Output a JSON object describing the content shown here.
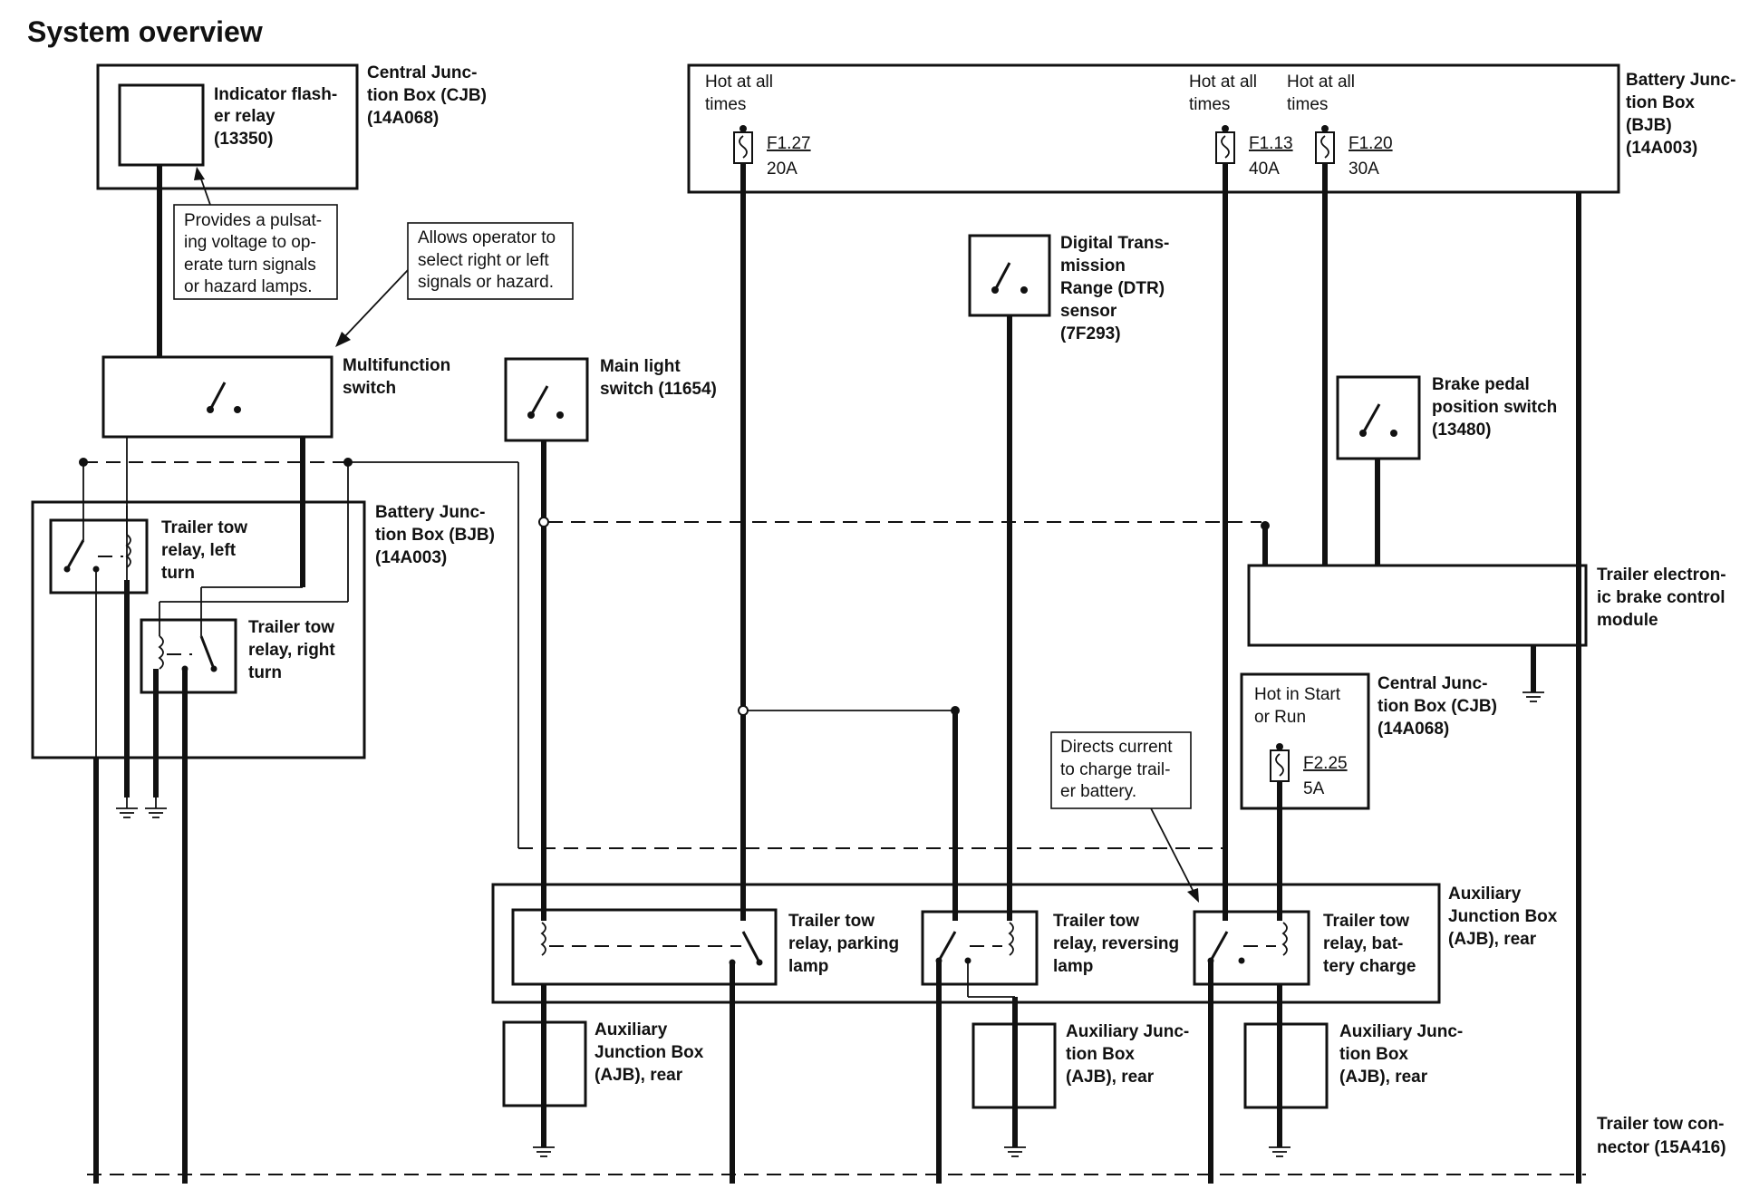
{
  "title": "System overview",
  "components": {
    "cjb_top": {
      "name": [
        "Central Junc-",
        "tion Box (CJB)",
        "(14A068)"
      ]
    },
    "flasher": {
      "name": [
        "Indicator flash-",
        "er relay",
        "(13350)"
      ]
    },
    "callout_flasher": [
      "Provides a pulsat-",
      "ing voltage to op-",
      "erate turn signals",
      "or hazard lamps."
    ],
    "callout_switch": [
      "Allows operator to",
      "select right or left",
      "signals or hazard."
    ],
    "multifunction": {
      "name": [
        "Multifunction",
        "switch"
      ]
    },
    "main_light": {
      "name": [
        "Main light",
        "switch (11654)"
      ]
    },
    "bjb_left": {
      "name": [
        "Battery Junc-",
        "tion Box (BJB)",
        "(14A003)"
      ]
    },
    "relay_left": {
      "name": [
        "Trailer tow",
        "relay, left",
        "turn"
      ]
    },
    "relay_right": {
      "name": [
        "Trailer tow",
        "relay, right",
        "turn"
      ]
    },
    "bjb_top": {
      "name": [
        "Battery Junc-",
        "tion Box",
        "(BJB)",
        "(14A003)"
      ],
      "fuses": [
        {
          "hot": [
            "Hot at all",
            "times"
          ],
          "id": "F1.27",
          "rating": "20A"
        },
        {
          "hot": [
            "Hot at all",
            "times"
          ],
          "id": "F1.13",
          "rating": "40A"
        },
        {
          "hot": [
            "Hot at all",
            "times"
          ],
          "id": "F1.20",
          "rating": "30A"
        }
      ]
    },
    "dtr": {
      "name": [
        "Digital Trans-",
        "mission",
        "Range (DTR)",
        "sensor",
        "(7F293)"
      ]
    },
    "brake_switch": {
      "name": [
        "Brake pedal",
        "position switch",
        "(13480)"
      ]
    },
    "brake_module": {
      "name": [
        "Trailer electron-",
        "ic brake control",
        "module"
      ]
    },
    "cjb_right": {
      "name": [
        "Central Junc-",
        "tion Box (CJB)",
        "(14A068)"
      ],
      "hot": [
        "Hot in Start",
        "or Run"
      ],
      "fuse_id": "F2.25",
      "fuse_rating": "5A"
    },
    "callout_charge": [
      "Directs current",
      "to charge trail-",
      "er battery."
    ],
    "ajb_rear": {
      "name": [
        "Auxiliary",
        "Junction Box",
        "(AJB), rear"
      ]
    },
    "relay_parking": {
      "name": [
        "Trailer tow",
        "relay, parking",
        "lamp"
      ]
    },
    "relay_reversing": {
      "name": [
        "Trailer tow",
        "relay, reversing",
        "lamp"
      ]
    },
    "relay_battery": {
      "name": [
        "Trailer tow",
        "relay, bat-",
        "tery charge"
      ]
    },
    "ajb_small_1": {
      "name": [
        "Auxiliary",
        "Junction Box",
        "(AJB), rear"
      ]
    },
    "ajb_small_2": {
      "name": [
        "Auxiliary Junc-",
        "tion Box",
        "(AJB), rear"
      ]
    },
    "ajb_small_3": {
      "name": [
        "Auxiliary Junc-",
        "tion Box",
        "(AJB), rear"
      ]
    },
    "connector": {
      "name": [
        "Trailer tow con-",
        "nector (15A416)"
      ]
    }
  }
}
